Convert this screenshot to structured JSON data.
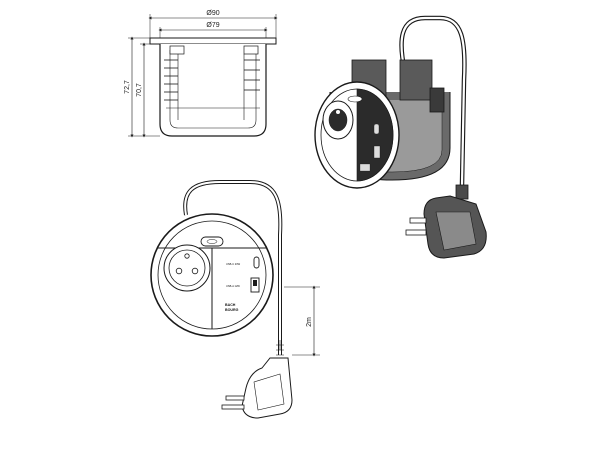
{
  "dimensions": {
    "outer_diameter": "Ø90",
    "inner_diameter": "Ø79",
    "total_height": "72,7",
    "body_height": "70,7",
    "cable_length": "2m"
  },
  "ports": {
    "usb_c_label": "USB-C 20W",
    "usb_a_label": "USB-A 12W"
  },
  "brand": {
    "line1": "BACH",
    "line2": "BOURG"
  },
  "colors": {
    "line": "#1a1a1a",
    "fill_dark": "#4a4a4a",
    "fill_mid": "#8a8a8a",
    "fill_light": "#d9d9d9",
    "background": "#ffffff"
  },
  "icons": [
    "socket-icon",
    "usb-c-port-icon",
    "usb-a-port-icon",
    "plug-icon"
  ]
}
